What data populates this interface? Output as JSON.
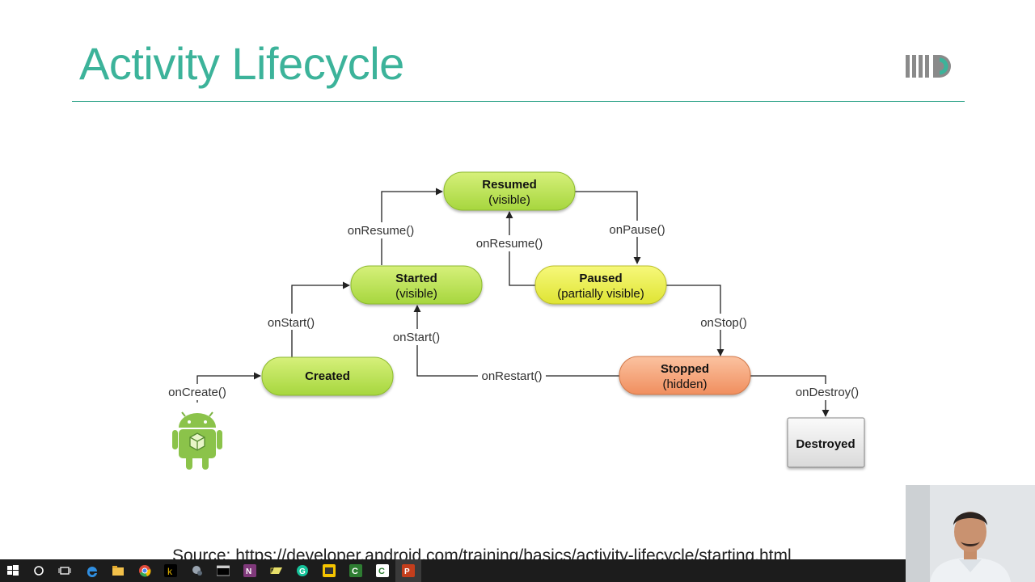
{
  "slide": {
    "title": "Activity Lifecycle",
    "source": "Source: https://developer.android.com/training/basics/activity-lifecycle/starting.html"
  },
  "diagram": {
    "nodes": {
      "resumed": {
        "label": "Resumed",
        "sub": "(visible)"
      },
      "started": {
        "label": "Started",
        "sub": "(visible)"
      },
      "paused": {
        "label": "Paused",
        "sub": "(partially visible)"
      },
      "created": {
        "label": "Created"
      },
      "stopped": {
        "label": "Stopped",
        "sub": "(hidden)"
      },
      "destroyed": {
        "label": "Destroyed"
      }
    },
    "edges": {
      "on_create": "onCreate()",
      "on_start": "onStart()",
      "on_resume_started": "onResume()",
      "on_resume_paused": "onResume()",
      "on_pause": "onPause()",
      "on_stop": "onStop()",
      "on_start_restart": "onStart()",
      "on_restart": "onRestart()",
      "on_destroy": "onDestroy()"
    },
    "colors": {
      "green": "#b7e35a",
      "yellow": "#eef04a",
      "orange": "#f7a77c",
      "gray": "#e6e6e6",
      "title": "#3cb39a"
    }
  },
  "icons": [
    "android-icon",
    "logo-icon",
    "windows-start-icon",
    "search-icon",
    "task-view-icon",
    "edge-icon",
    "file-explorer-icon",
    "chrome-icon",
    "app-k-icon",
    "app-icon",
    "terminal-icon",
    "onenote-icon",
    "folder-icon",
    "grammarly-icon",
    "app-yellow-icon",
    "app-green-icon",
    "camtasia-icon",
    "powerpoint-icon"
  ]
}
